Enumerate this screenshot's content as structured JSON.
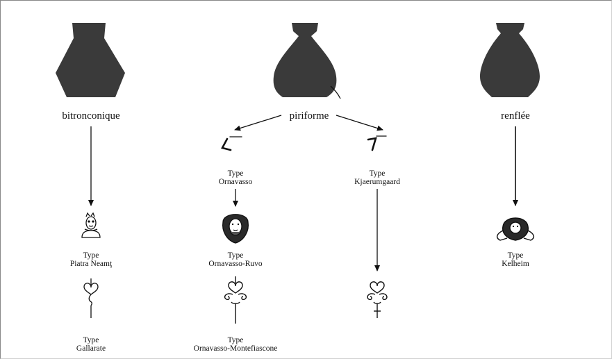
{
  "colors": {
    "vase_fill": "#3a3a3a",
    "ink": "#111111"
  },
  "shapes": {
    "bitronconique": "bitronconique",
    "piriforme": "piriforme",
    "renflee": "renflée"
  },
  "types": {
    "ornavasso": {
      "line1": "Type",
      "line2": "Ornavasso"
    },
    "kjaerumgaard": {
      "line1": "Type",
      "line2": "Kjaerumgaard"
    },
    "piatra_neamt": {
      "line1": "Type",
      "line2": "Piatra Neamţ"
    },
    "ornavasso_ruvo": {
      "line1": "Type",
      "line2": "Ornavasso-Ruvo"
    },
    "kelheim": {
      "line1": "Type",
      "line2": "Kelheim"
    },
    "gallarate": {
      "line1": "Type",
      "line2": "Gallarate"
    },
    "ornavasso_montefiascone": {
      "line1": "Type",
      "line2": "Ornavasso-Montefiascone"
    }
  },
  "icons": {
    "vase_bitronconique": "bitronconic-vase-icon",
    "vase_piriforme": "piriform-vase-icon",
    "vase_renflee": "swollen-vase-icon",
    "handle_ornavasso": "handle-profile-icon",
    "handle_kjaerumgaard": "handle-profile-icon",
    "attachment_piatra_neamt": "bust-attachment-icon",
    "attachment_ornavasso_ruvo": "head-attachment-icon",
    "attachment_kelheim": "mask-attachment-icon",
    "attachment_gallarate": "heart-attachment-icon",
    "attachment_ornavasso_montefiascone": "volute-attachment-icon",
    "attachment_kjaerumgaard": "volute-attachment-icon"
  }
}
